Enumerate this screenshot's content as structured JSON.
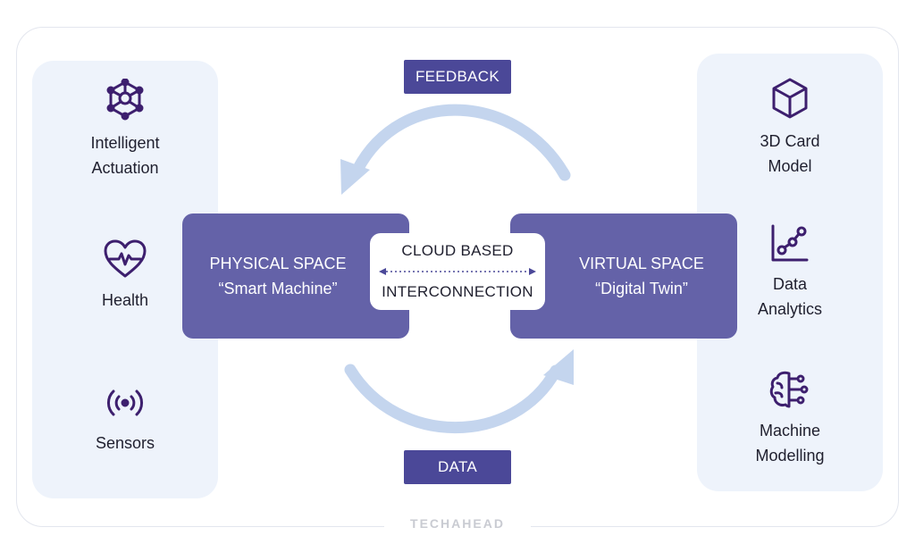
{
  "tags": {
    "feedback": "FEEDBACK",
    "data": "DATA"
  },
  "physical": {
    "title": "PHYSICAL SPACE",
    "subtitle": "“Smart Machine”"
  },
  "virtual": {
    "title": "VIRTUAL SPACE",
    "subtitle": "“Digital Twin”"
  },
  "cloud": {
    "line1": "CLOUD BASED",
    "line2": "INTERCONNECTION"
  },
  "left_items": [
    {
      "icon": "network-icon",
      "line1": "Intelligent",
      "line2": "Actuation"
    },
    {
      "icon": "heart-pulse-icon",
      "line1": "Health"
    },
    {
      "icon": "signal-icon",
      "line1": "Sensors"
    }
  ],
  "right_items": [
    {
      "icon": "cube-icon",
      "line1": "3D Card",
      "line2": "Model"
    },
    {
      "icon": "analytics-icon",
      "line1": "Data",
      "line2": "Analytics"
    },
    {
      "icon": "brain-circuit-icon",
      "line1": "Machine",
      "line2": "Modelling"
    }
  ],
  "brand": "TECHAHEAD",
  "colors": {
    "accent": "#4b4898",
    "box": "#6462a8",
    "panel": "#eef3fb",
    "arc": "#c4d5ee",
    "icon": "#3d1f6e"
  }
}
